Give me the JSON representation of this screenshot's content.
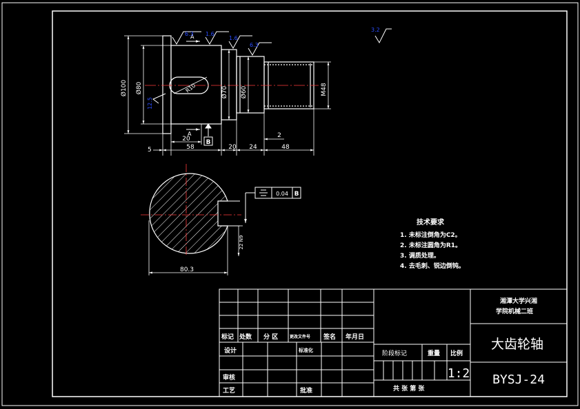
{
  "colors": {
    "background": "#000000",
    "line": "#ffffff",
    "center_line": "#ff3b3b",
    "roughness": "#2a4dff"
  },
  "shaft_dims": {
    "d100": "Ø100",
    "d80": "Ø80",
    "d70": "Ø70",
    "d60": "Ø60",
    "m48": "M48",
    "l5": "5",
    "l58": "58",
    "l20a": "20",
    "l20b": "20",
    "l24": "24",
    "l48": "48",
    "l2": "2",
    "keyway": "R10"
  },
  "roughness": {
    "r1": "6.3",
    "r2": "1.6",
    "r3": "1.6",
    "r4": "6.3",
    "r5": "12.5",
    "r_general": "3.2"
  },
  "section": {
    "label_a_top": "A",
    "label_a_bottom": "A",
    "datum": "B",
    "tolerance_value": "0.04",
    "tolerance_datum": "B",
    "width_dim": "80.3",
    "key_dim": "22 N9"
  },
  "notes": {
    "title": "技术要求",
    "items": [
      "1. 未标注倒角为C2。",
      "2. 未标注圆角为R1。",
      "3. 调质处理。",
      "4. 去毛刺、锐边倒钝。"
    ]
  },
  "titleblock": {
    "school_line1": "湘潭大学兴湘",
    "school_line2": "学院机械二班",
    "part_name": "大齿轮轴",
    "drawing_no": "BYSJ-24",
    "scale": "1:2",
    "col_mark": "标记",
    "col_count": "处数",
    "col_zone": "分 区",
    "col_doc": "更改文件号",
    "col_sign": "签名",
    "col_date": "年月日",
    "design": "设计",
    "standard": "标准化",
    "review": "审核",
    "process": "工艺",
    "approve": "批准",
    "stage": "阶段标记",
    "weight": "重量",
    "ratio": "比例",
    "sheets": "共 张  第 张"
  }
}
